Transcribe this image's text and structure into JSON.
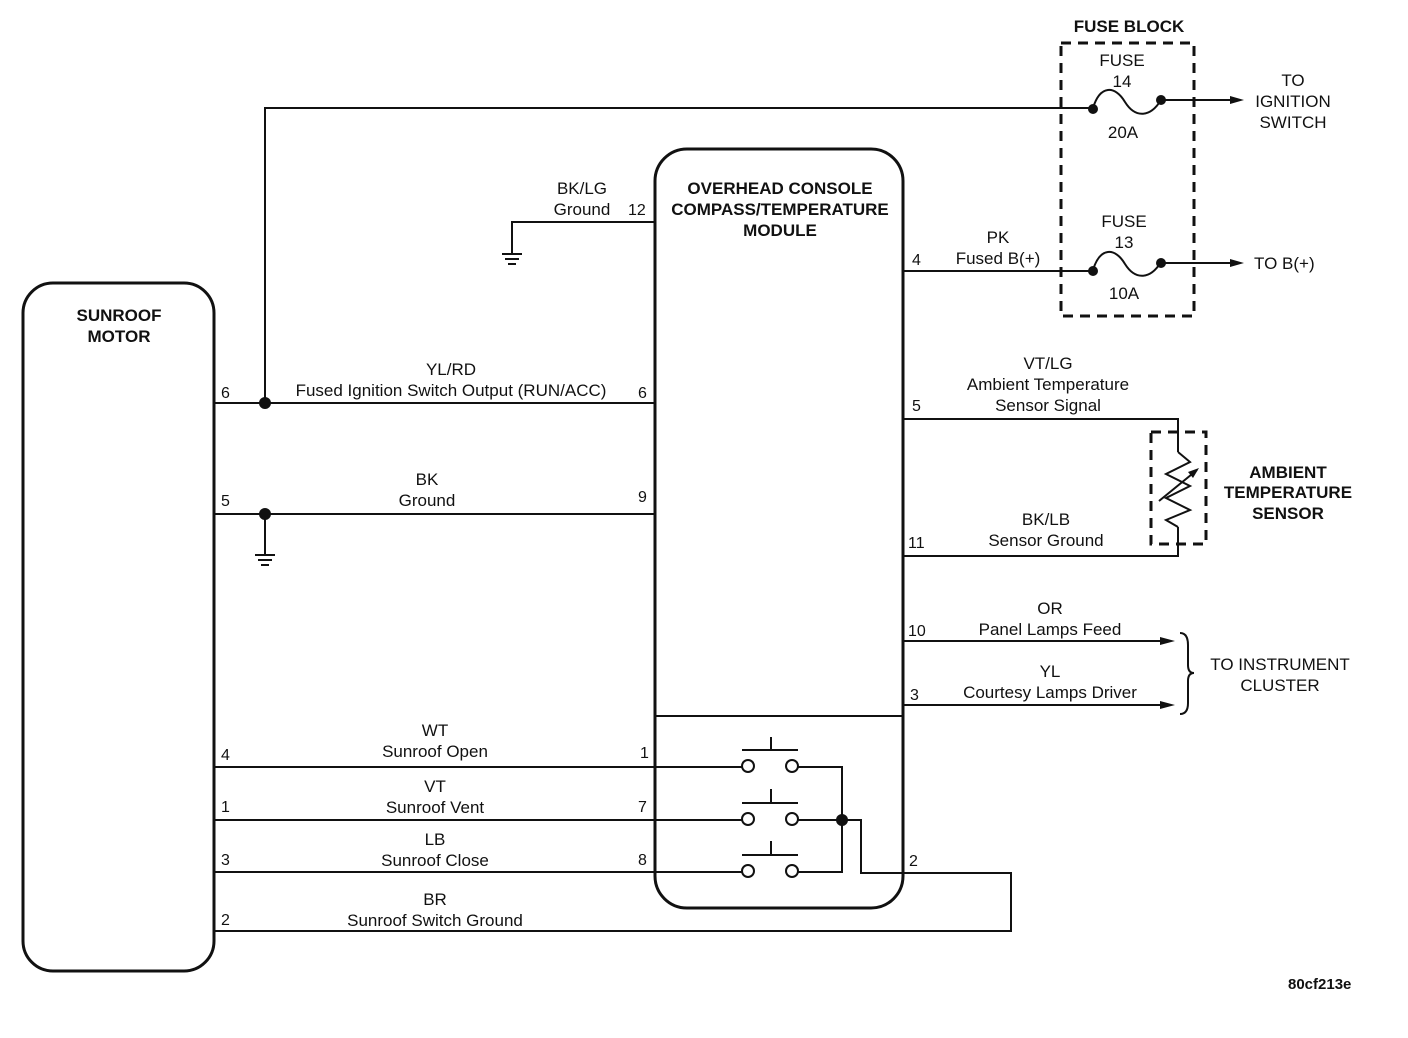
{
  "components": {
    "sunroof_motor": {
      "line1": "SUNROOF",
      "line2": "MOTOR"
    },
    "module": {
      "line1": "OVERHEAD CONSOLE",
      "line2": "COMPASS/TEMPERATURE",
      "line3": "MODULE"
    },
    "fuse_block": {
      "title": "FUSE BLOCK"
    },
    "fuse14": {
      "label": "FUSE",
      "number": "14",
      "rating": "20A",
      "dest_line1": "TO",
      "dest_line2": "IGNITION",
      "dest_line3": "SWITCH"
    },
    "fuse13": {
      "label": "FUSE",
      "number": "13",
      "rating": "10A",
      "dest": "TO B(+)"
    },
    "ambient_sensor": {
      "line1": "AMBIENT",
      "line2": "TEMPERATURE",
      "line3": "SENSOR"
    },
    "instrument_cluster": {
      "line1": "TO INSTRUMENT",
      "line2": "CLUSTER"
    }
  },
  "wires": {
    "bklg_ground": {
      "color": "BK/LG",
      "name": "Ground",
      "module_pin": "12"
    },
    "ylrd_ignition": {
      "color": "YL/RD",
      "name": "Fused Ignition Switch Output (RUN/ACC)",
      "motor_pin": "6",
      "module_pin": "6"
    },
    "bk_ground": {
      "color": "BK",
      "name": "Ground",
      "motor_pin": "5",
      "module_pin": "9"
    },
    "pk_fused_b": {
      "color": "PK",
      "name": "Fused B(+)",
      "module_pin": "4"
    },
    "vtlg_sensor_signal": {
      "color": "VT/LG",
      "name_line1": "Ambient Temperature",
      "name_line2": "Sensor Signal",
      "module_pin": "5"
    },
    "bklb_sensor_ground": {
      "color": "BK/LB",
      "name": "Sensor Ground",
      "module_pin": "11"
    },
    "or_panel_lamps": {
      "color": "OR",
      "name": "Panel Lamps Feed",
      "module_pin": "10"
    },
    "yl_courtesy_lamps": {
      "color": "YL",
      "name": "Courtesy Lamps Driver",
      "module_pin": "3"
    },
    "wt_open": {
      "color": "WT",
      "name": "Sunroof Open",
      "motor_pin": "4",
      "module_pin": "1"
    },
    "vt_vent": {
      "color": "VT",
      "name": "Sunroof Vent",
      "motor_pin": "1",
      "module_pin": "7"
    },
    "lb_close": {
      "color": "LB",
      "name": "Sunroof Close",
      "motor_pin": "3",
      "module_pin": "8"
    },
    "br_switch_ground": {
      "color": "BR",
      "name": "Sunroof Switch Ground",
      "motor_pin": "2",
      "module_pin": "2"
    }
  },
  "figure_id": "80cf213e"
}
